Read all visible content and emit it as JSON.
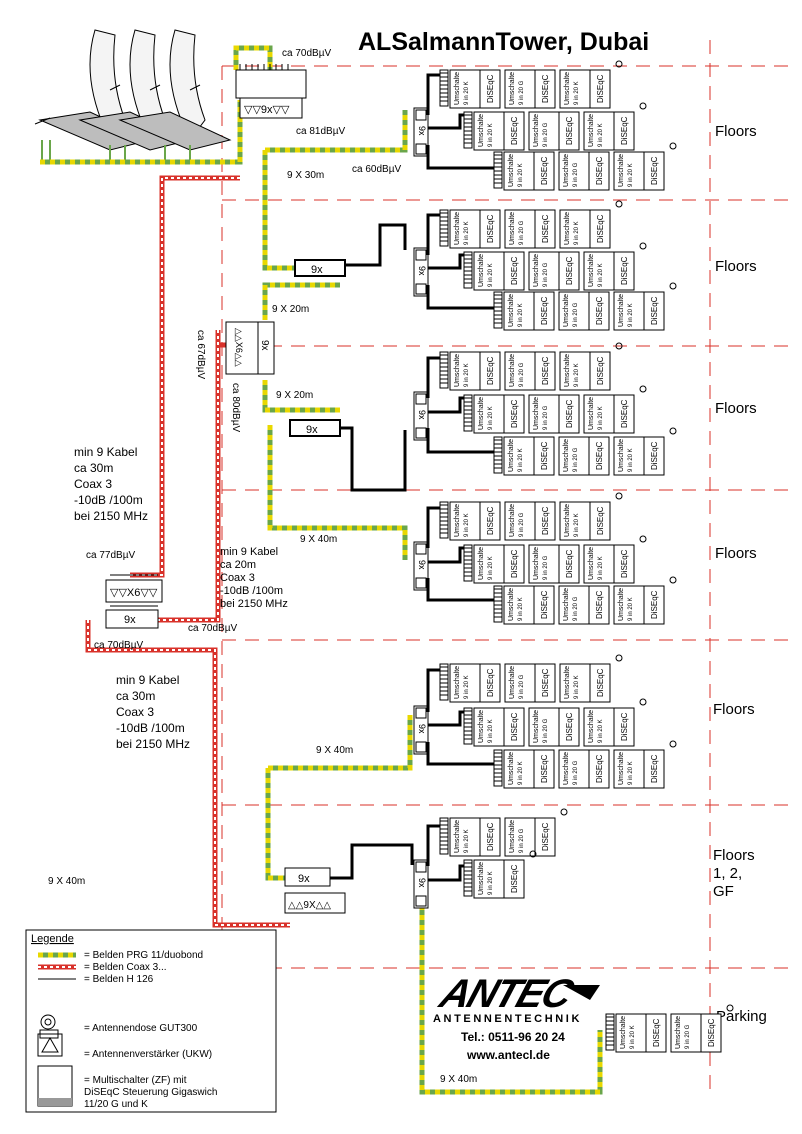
{
  "title": "ALSalmannTower, Dubai",
  "levels": [
    {
      "label": "Floors"
    },
    {
      "label": "Floors"
    },
    {
      "label": "Floors"
    },
    {
      "label": "Floors"
    },
    {
      "label": "Floors"
    },
    {
      "label": "Floors\n1, 2,\nGF"
    },
    {
      "label": "Parking"
    }
  ],
  "signal_levels": {
    "top_in": "ca 70dBµV",
    "top_out": "ca 81dBµV",
    "main_out": "ca 60dBµV",
    "riser_left": "ca 67dBµV",
    "riser_right": "ca 80dBµV",
    "mid_in": "ca 77dBµV",
    "mid_out_right": "ca 70dBµV",
    "mid_out_left": "ca 70dBµV"
  },
  "cable_runs": {
    "r1": "9 X 30m",
    "r2": "9 X 20m",
    "r3": "9 X 20m",
    "r4": "9 X 40m",
    "r5": "9 X 40m",
    "r6": "9 X 40m",
    "r7": "9 X 40m"
  },
  "cable_notes": {
    "note1": [
      "min 9 Kabel",
      "ca 30m",
      "Coax 3",
      "-10dB /100m",
      "bei 2150 MHz"
    ],
    "note2": [
      "min 9 Kabel",
      "ca 20m",
      "Coax 3",
      "-10dB /100m",
      "bei 2150 MHz"
    ],
    "note3": [
      "min 9 Kabel",
      "ca 30m",
      "Coax 3",
      "-10dB /100m",
      "bei 2150 MHz"
    ]
  },
  "device_labels": {
    "splitter": "9x",
    "amp_top": "▽▽9x▽▽",
    "amp_mid": "▽▽X6▽▽",
    "amp_riser": "△△X6△△",
    "amp_bottom": "△△9X△△",
    "multiswitch_text": [
      "Umschalte",
      "9 in 20 K"
    ],
    "multiswitch_text_g": [
      "Umschalte",
      "9 in 20 G"
    ],
    "diseqc": "DiSEqC"
  },
  "legend": {
    "title": "Legende",
    "items": [
      "= Belden PRG 11/duobond",
      "= Belden Coax 3...",
      "= Belden H 126",
      "= Antennendose GUT300",
      "= Antennenverstärker (UKW)",
      "= Multischalter (ZF) mit",
      "DiSEqC Steuerung Gigaswich",
      "11/20 G und K"
    ]
  },
  "company": {
    "logo": "ANTEC",
    "name": "ANTENNENTECHNIK",
    "tel": "Tel.: 0511-96 20 24",
    "web": "www.antecl.de"
  },
  "colors": {
    "duobond_green": "#6aa64a",
    "duobond_yellow": "#e8d800",
    "coax_red": "#d8312a",
    "dash_red": "#d8312a",
    "line": "#000000"
  }
}
